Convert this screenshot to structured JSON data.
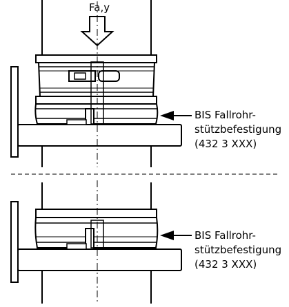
{
  "force_label": "Fa,y",
  "upper_callout": {
    "line1": "BIS Fallrohr-",
    "line2": "stützbefestigung",
    "line3": "(432 3 XXX)"
  },
  "lower_callout": {
    "line1": "BIS Fallrohr-",
    "line2": "stützbefestigung",
    "line3": "(432 3 XXX)"
  },
  "colors": {
    "line": "#000000",
    "background": "#ffffff"
  }
}
